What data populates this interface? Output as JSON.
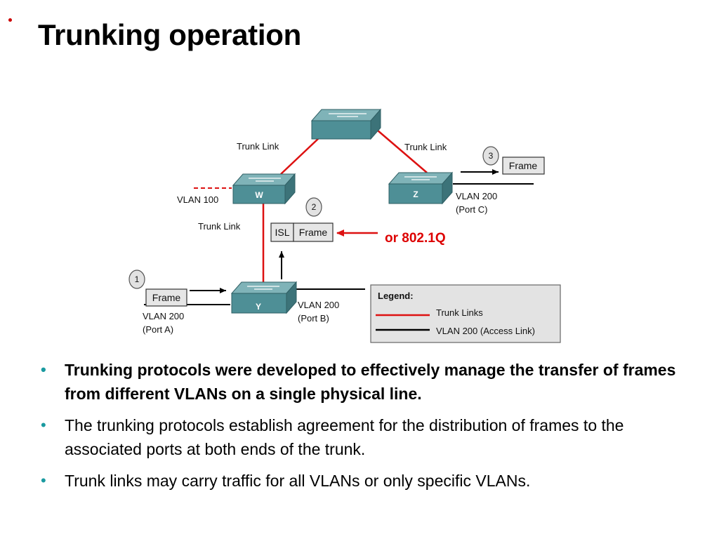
{
  "slide": {
    "title": "Trunking operation"
  },
  "diagram": {
    "switches": [
      {
        "id": "top",
        "label": ""
      },
      {
        "id": "w",
        "label": "W"
      },
      {
        "id": "z",
        "label": "Z"
      },
      {
        "id": "y",
        "label": "Y"
      }
    ],
    "link_labels": {
      "top_left": "Trunk Link",
      "top_right": "Trunk Link",
      "w_y": "Trunk Link"
    },
    "port_labels": {
      "w_vlan": "VLAN 100",
      "z_vlan": "VLAN 200",
      "z_port": "(Port C)",
      "y_vlan": "VLAN 200",
      "y_port": "(Port B)",
      "a_vlan": "VLAN 200",
      "a_port": "(Port A)"
    },
    "steps": [
      {
        "number": "1",
        "frame_label": "Frame"
      },
      {
        "number": "2",
        "tag_label": "ISL",
        "frame_label": "Frame"
      },
      {
        "number": "3",
        "frame_label": "Frame"
      }
    ],
    "alt_protocol": "or 802.1Q",
    "legend": {
      "title": "Legend:",
      "items": [
        {
          "label": "Trunk Links",
          "color": "#dd1111"
        },
        {
          "label": "VLAN 200 (Access Link)",
          "color": "#000000"
        }
      ]
    },
    "colors": {
      "trunk": "#dd1111",
      "access": "#000000",
      "switch_face": "#4e8f96",
      "switch_top": "#7fb3b8",
      "legend_bg": "#e3e3e3",
      "box_bg": "#e6e6e6"
    }
  },
  "bullets": [
    {
      "text": "Trunking protocols were developed to effectively manage the transfer of frames from different VLANs on a single physical line."
    },
    {
      "text": "The trunking protocols establish agreement for the distribution of frames to the associated ports at both ends of the trunk."
    },
    {
      "text": "Trunk links may carry traffic for all VLANs or only specific VLANs."
    }
  ]
}
